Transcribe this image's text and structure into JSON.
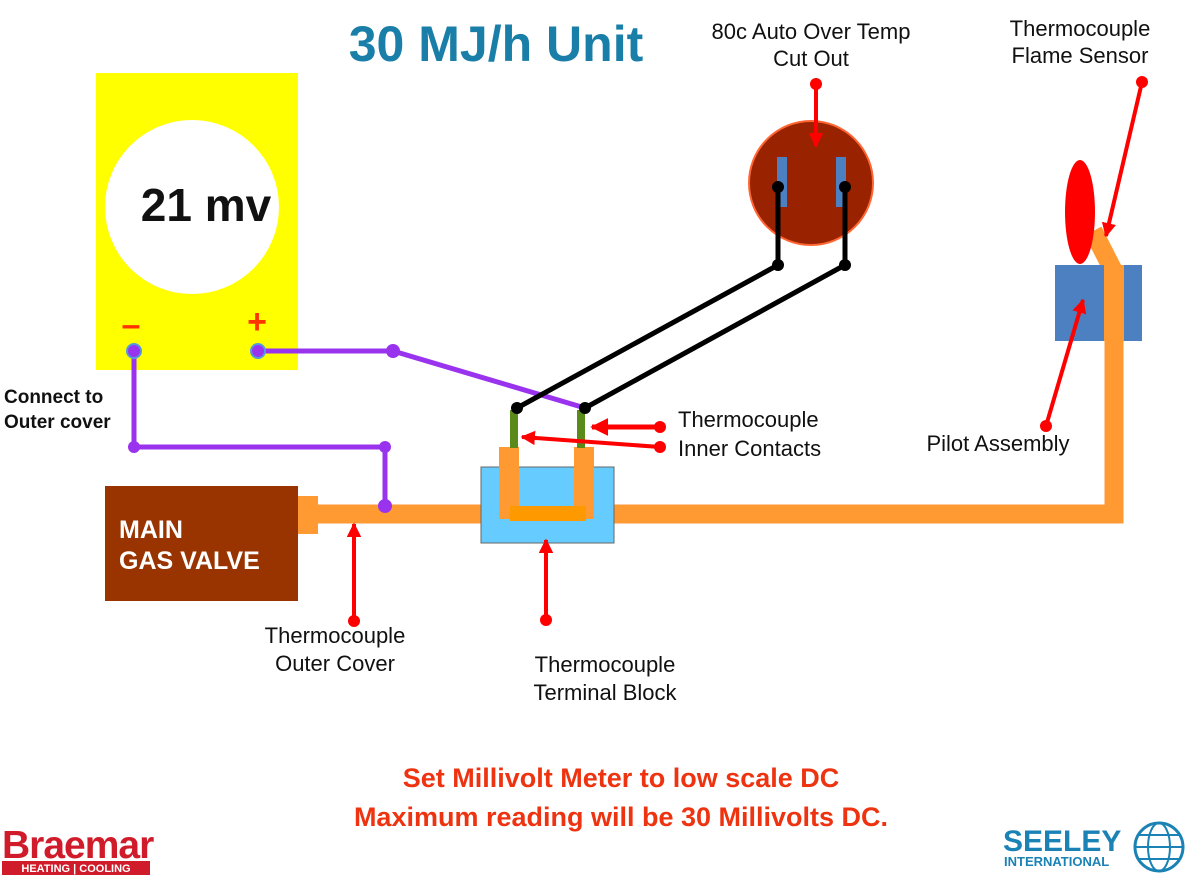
{
  "title": "30 MJ/h Unit",
  "meter": {
    "reading": "21 mv",
    "minus": "–",
    "plus": "+"
  },
  "labels": {
    "overtemp": [
      "80c Auto Over Temp",
      "Cut Out"
    ],
    "flame_sensor": [
      "Thermocouple",
      "Flame Sensor"
    ],
    "connect": [
      "Connect to",
      "Outer cover"
    ],
    "inner_contacts": [
      "Thermocouple",
      "Inner Contacts"
    ],
    "pilot": "Pilot Assembly",
    "gas_valve": [
      "MAIN",
      "GAS VALVE"
    ],
    "outer_cover": [
      "Thermocouple",
      "Outer Cover"
    ],
    "terminal_block": [
      "Thermocouple",
      "Terminal Block"
    ]
  },
  "notes": [
    "Set Millivolt Meter to low scale DC",
    "Maximum reading will be 30 Millivolts DC."
  ],
  "logos": {
    "braemar": "Braemar",
    "braemar_tag": "HEATING | COOLING",
    "seeley": "SEELEY",
    "seeley_tag": "INTERNATIONAL"
  },
  "colors": {
    "title": "#1a7fa8",
    "note": "#ee3311",
    "meter_body": "#ffff00",
    "pipe": "#ff9a33",
    "wire_purple": "#9933ee",
    "wire_black": "#000000",
    "arrow": "#ff0000",
    "valve": "#993300",
    "terminal_block": "#66ccff",
    "pilot": "#4d80c0",
    "overtemp": "#992200"
  }
}
